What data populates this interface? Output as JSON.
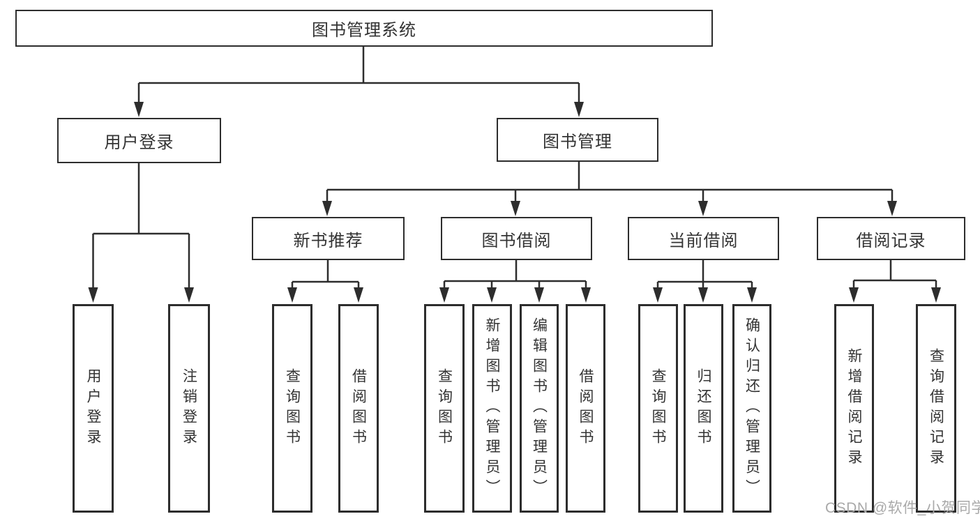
{
  "diagram": {
    "root": {
      "label": "图书管理系统"
    },
    "level2": [
      {
        "label": "用户登录"
      },
      {
        "label": "图书管理"
      }
    ],
    "level3": [
      {
        "label": "新书推荐"
      },
      {
        "label": "图书借阅"
      },
      {
        "label": "当前借阅"
      },
      {
        "label": "借阅记录"
      }
    ],
    "leaves": {
      "user_login": [
        {
          "label": "用户登录"
        },
        {
          "label": "注销登录"
        }
      ],
      "new_books": [
        {
          "label": "查询图书"
        },
        {
          "label": "借阅图书"
        }
      ],
      "book_borrow": [
        {
          "label": "查询图书"
        },
        {
          "label": "新增图书（管理员）"
        },
        {
          "label": "编辑图书（管理员）"
        },
        {
          "label": "借阅图书"
        }
      ],
      "current_borrow": [
        {
          "label": "查询图书"
        },
        {
          "label": "归还图书"
        },
        {
          "label": "确认归还（管理员）"
        }
      ],
      "borrow_records": [
        {
          "label": "新增借阅记录"
        },
        {
          "label": "查询借阅记录"
        }
      ]
    }
  },
  "watermark": {
    "text": "CSDN @软件_小贺同学"
  },
  "colors": {
    "line": "#2d2d2d",
    "text": "#333333",
    "watermark": "#a9a9a9",
    "background": "#ffffff"
  }
}
